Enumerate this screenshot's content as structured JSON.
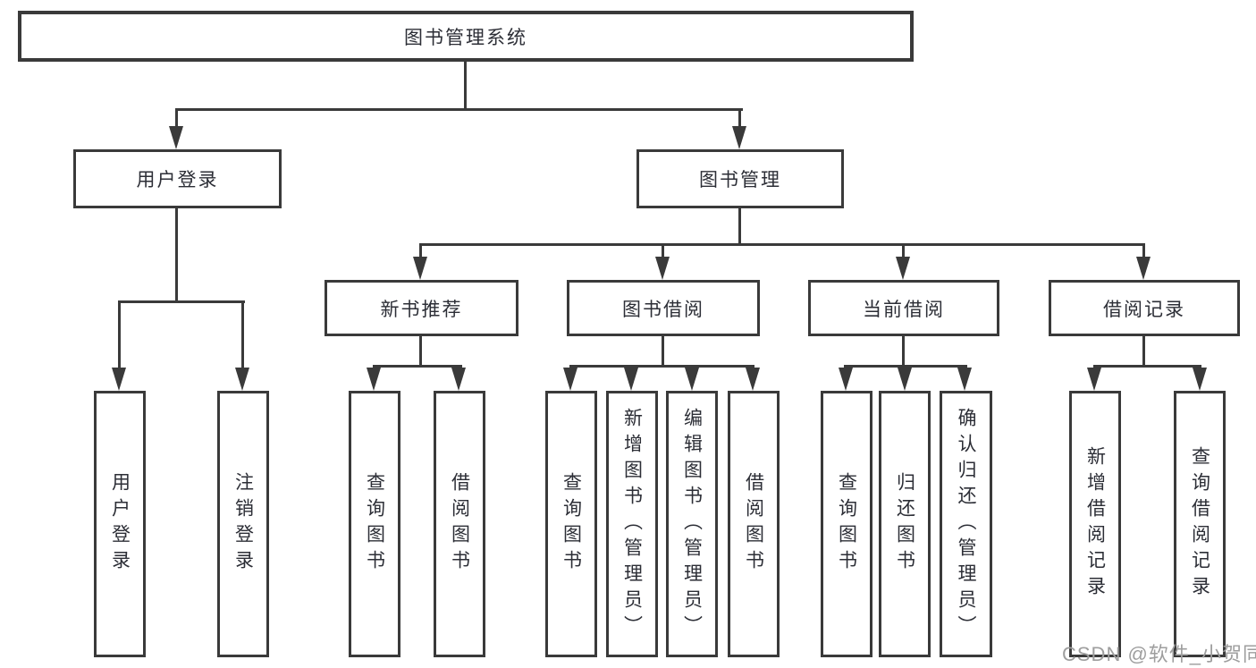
{
  "title": "图书管理系统",
  "colors": {
    "line": "#3a3a3a",
    "text": "#2c2e36",
    "box_background": "#ffffff",
    "page_background": "#ffffff",
    "watermark": "#9e9e9e"
  },
  "nodes": {
    "root": {
      "label": "图书管理系统"
    },
    "level2": [
      {
        "label": "用户登录"
      },
      {
        "label": "图书管理"
      }
    ],
    "level3": [
      {
        "label": "新书推荐",
        "parent": "图书管理"
      },
      {
        "label": "图书借阅",
        "parent": "图书管理"
      },
      {
        "label": "当前借阅",
        "parent": "图书管理"
      },
      {
        "label": "借阅记录",
        "parent": "图书管理"
      }
    ],
    "leaves": [
      {
        "label": "用户登录",
        "parent": "用户登录"
      },
      {
        "label": "注销登录",
        "parent": "用户登录"
      },
      {
        "label": "查询图书",
        "parent": "新书推荐"
      },
      {
        "label": "借阅图书",
        "parent": "新书推荐"
      },
      {
        "label": "查询图书",
        "parent": "图书借阅"
      },
      {
        "label": "新增图书（管理员）",
        "parent": "图书借阅"
      },
      {
        "label": "编辑图书（管理员）",
        "parent": "图书借阅"
      },
      {
        "label": "借阅图书",
        "parent": "图书借阅"
      },
      {
        "label": "查询图书",
        "parent": "当前借阅"
      },
      {
        "label": "归还图书",
        "parent": "当前借阅"
      },
      {
        "label": "确认归还（管理员）",
        "parent": "当前借阅"
      },
      {
        "label": "新增借阅记录",
        "parent": "借阅记录"
      },
      {
        "label": "查询借阅记录",
        "parent": "借阅记录"
      }
    ]
  },
  "watermark": "CSDN @软件_小贺同学"
}
